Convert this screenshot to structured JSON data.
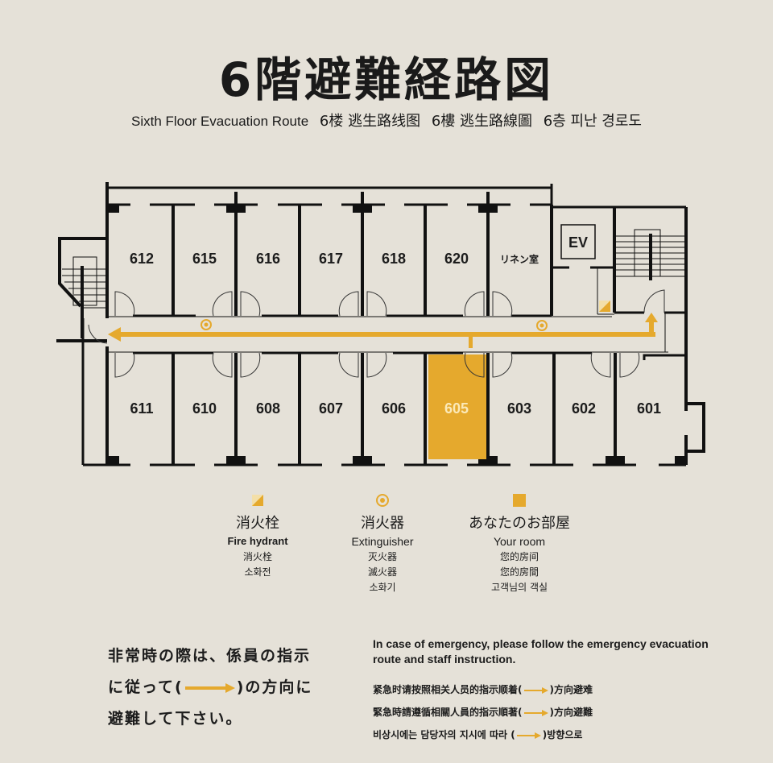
{
  "header": {
    "title": "6階避難経路図",
    "subtitle": {
      "en": "Sixth Floor Evacuation Route",
      "zh_hans": "6楼 逃生路线图",
      "zh_hant": "6樓 逃生路線圖",
      "ko": "6층 피난 경로도"
    }
  },
  "floor_plan": {
    "north_rooms": [
      "612",
      "615",
      "616",
      "617",
      "618",
      "620",
      "リネン室"
    ],
    "south_rooms": [
      "611",
      "610",
      "608",
      "607",
      "606",
      "605",
      "603",
      "602",
      "601"
    ],
    "elevator_label": "EV",
    "your_room": "605",
    "accent_color": "#e5a92d",
    "wall_color": "#111111"
  },
  "legend": {
    "hydrant": {
      "ja": "消火栓",
      "en": "Fire hydrant",
      "zh_hans": "消火栓",
      "ko": "소화전"
    },
    "extinguisher": {
      "ja": "消火器",
      "en": "Extinguisher",
      "zh_hans": "灭火器",
      "zh_hant": "滅火器",
      "ko": "소화기"
    },
    "your_room": {
      "ja": "あなたのお部屋",
      "en": "Your room",
      "zh_hans": "您的房间",
      "zh_hant": "您的房間",
      "ko": "고객님의 객실"
    }
  },
  "notice": {
    "ja_line1": "非常時の際は、係員の指示",
    "ja_line2_pre": "に従って(",
    "ja_line2_post": ")の方向に",
    "ja_line3": "避難して下さい。",
    "en": "In case of emergency, please follow the emergency evacuation route and staff instruction.",
    "zh_hans_pre": "紧急时请按照相关人员的指示顺着(",
    "zh_hans_post": ")方向避难",
    "zh_hant_pre": "緊急時請遵循相關人員的指示順著(",
    "zh_hant_post": ")方向避難",
    "ko_pre": "비상시에는 담당자의 지시에 따라 (",
    "ko_post": ")방향으로"
  }
}
